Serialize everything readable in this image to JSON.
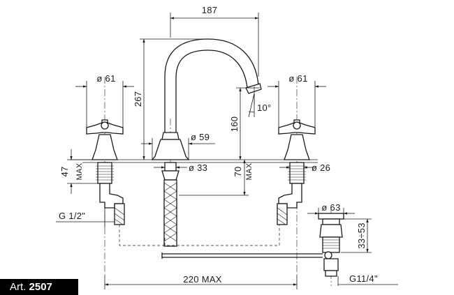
{
  "dimensions": {
    "spout_reach": "187",
    "spout_height": "267",
    "spout_outlet_height": "160",
    "spout_angle": "10°",
    "handle_diameter_left": "ø 61",
    "handle_diameter_right": "ø 61",
    "spout_base_diameter": "ø 59",
    "spout_hole_diameter": "ø 33",
    "valve_hole_diameter": "ø 26",
    "deck_thickness_left": "47",
    "deck_thickness_left_qualifier": "MAX",
    "spout_shank_length": "70",
    "spout_shank_qualifier": "MAX",
    "inlet_thread": "G 1/2\"",
    "centres": "220 MAX",
    "waste_diameter": "ø 63",
    "waste_height": "33÷53",
    "waste_thread": "G11/4\""
  },
  "article": {
    "prefix": "Art.",
    "number": "2507"
  }
}
